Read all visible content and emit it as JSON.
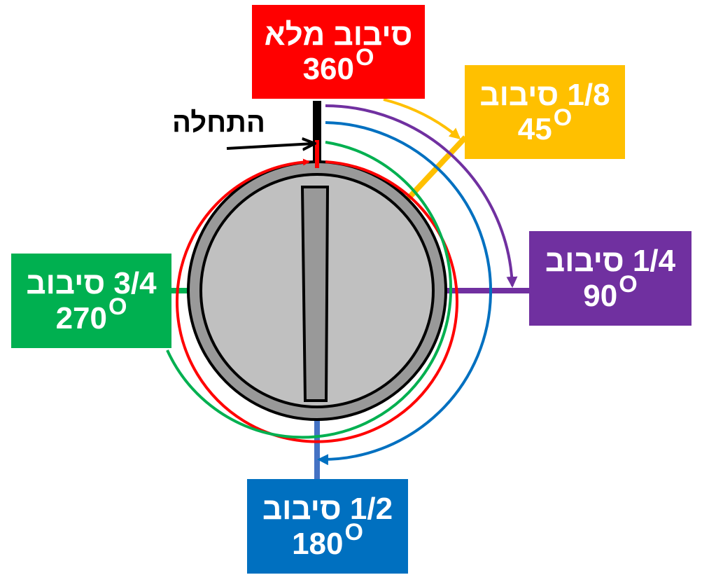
{
  "colors": {
    "full_turn": "#ff0000",
    "eighth_turn": "#ffc000",
    "quarter_turn": "#7030a0",
    "half_turn": "#0070c0",
    "three_quarter_turn": "#00b050",
    "knob_outer": "#999999",
    "knob_inner": "#c0c0c0",
    "indicator_half": "#4472c4"
  },
  "start_label": "התחלה",
  "labels": {
    "full_turn": {
      "text": "סיבוב מלא",
      "degrees": "360",
      "degree_symbol": "O"
    },
    "eighth_turn": {
      "text": "1/8 סיבוב",
      "degrees": "45",
      "degree_symbol": "O"
    },
    "quarter_turn": {
      "text": "1/4 סיבוב",
      "degrees": "90",
      "degree_symbol": "O"
    },
    "half_turn": {
      "text": "1/2 סיבוב",
      "degrees": "180",
      "degree_symbol": "O"
    },
    "three_quarter_turn": {
      "text": "3/4 סיבוב",
      "degrees": "270",
      "degree_symbol": "O"
    }
  }
}
